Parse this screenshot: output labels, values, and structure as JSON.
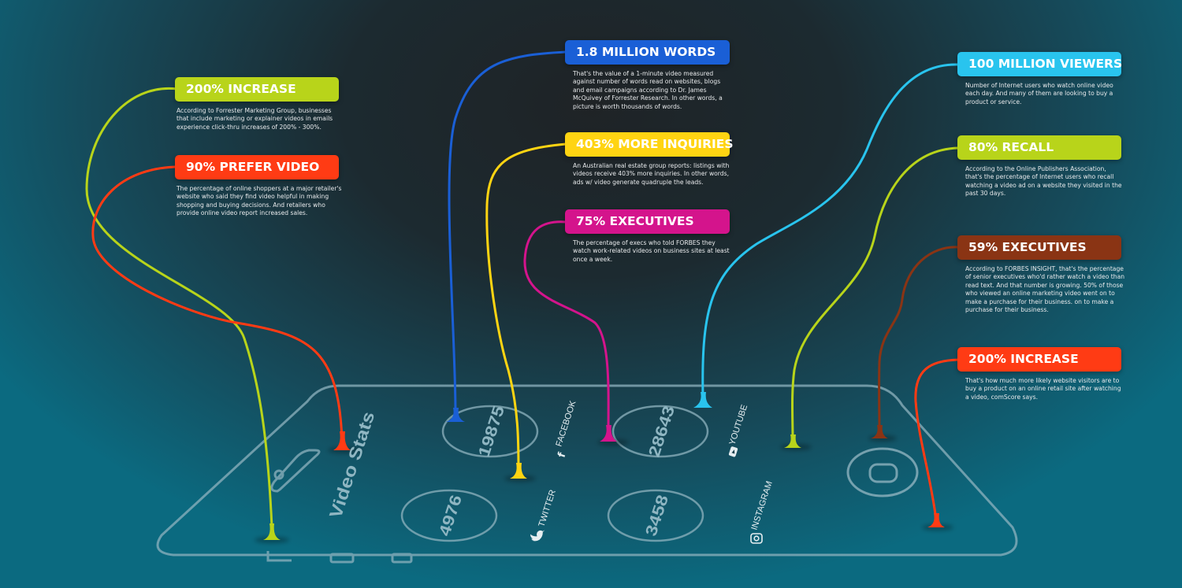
{
  "callouts": [
    {
      "id": "c1",
      "title": "200% INCREASE",
      "color": "#b8d41a",
      "text": "According to Forrester Marketing Group, businesses that include marketing or explainer videos in emails experience click-thru increases of 200% - 300%."
    },
    {
      "id": "c2",
      "title": "90% PREFER VIDEO",
      "color": "#ff3b14",
      "text": "The percentage of online shoppers at a major retailer's website who said they find video helpful in making shopping and buying decisions. And retailers who provide online video report increased sales."
    },
    {
      "id": "c3",
      "title": "1.8 MILLION WORDS",
      "color": "#1a5fd6",
      "text": "That's the value of a 1-minute video measured against number of words read on websites, blogs and email campaigns according to Dr. James McQuivey of Forrester Research. In other words, a picture is worth thousands of words."
    },
    {
      "id": "c4",
      "title": "403% MORE INQUIRIES",
      "color": "#ffd412",
      "text": "An Australian real estate group reports: listings with videos receive 403% more inquiries. In other words, ads w/ video generate quadruple the leads."
    },
    {
      "id": "c5",
      "title": "75% EXECUTIVES",
      "color": "#d4148c",
      "text": "The percentage of execs who told FORBES they watch work-related videos on business sites at least once a week."
    },
    {
      "id": "c6",
      "title": "100 MILLION VIEWERS",
      "color": "#29c4ee",
      "text": "Number of Internet users who watch online video each day. And many of them are looking to buy a product or service."
    },
    {
      "id": "c7",
      "title": "80% RECALL",
      "color": "#b8d41a",
      "text": "According to the Online Publishers Association, that's the percentage of Internet users who recall watching a video ad on a website they visited in the past 30 days."
    },
    {
      "id": "c8",
      "title": "59% EXECUTIVES",
      "color": "#8a3414",
      "text": "According to FORBES INSIGHT, that's the percentage of senior executives who'd rather watch a video than read text. And that number is growing. 50% of those who viewed an online marketing video went on to make a purchase for their business. on to make a purchase for their business."
    },
    {
      "id": "c9",
      "title": "200% INCREASE",
      "color": "#ff3b14",
      "text": "That's how much more likely website visitors are to buy a product on an online retail site after watching a video, comScore says."
    }
  ],
  "phone": {
    "title": "Video Stats",
    "stats": [
      {
        "id": "facebook",
        "value": "19875",
        "label": "FACEBOOK",
        "icon": "facebook-icon"
      },
      {
        "id": "youtube",
        "value": "28643",
        "label": "YOUTUBE",
        "icon": "youtube-icon"
      },
      {
        "id": "twitter",
        "value": "4976",
        "label": "TWITTER",
        "icon": "twitter-icon"
      },
      {
        "id": "instagram",
        "value": "3458",
        "label": "INSTAGRAM",
        "icon": "instagram-icon"
      }
    ]
  }
}
